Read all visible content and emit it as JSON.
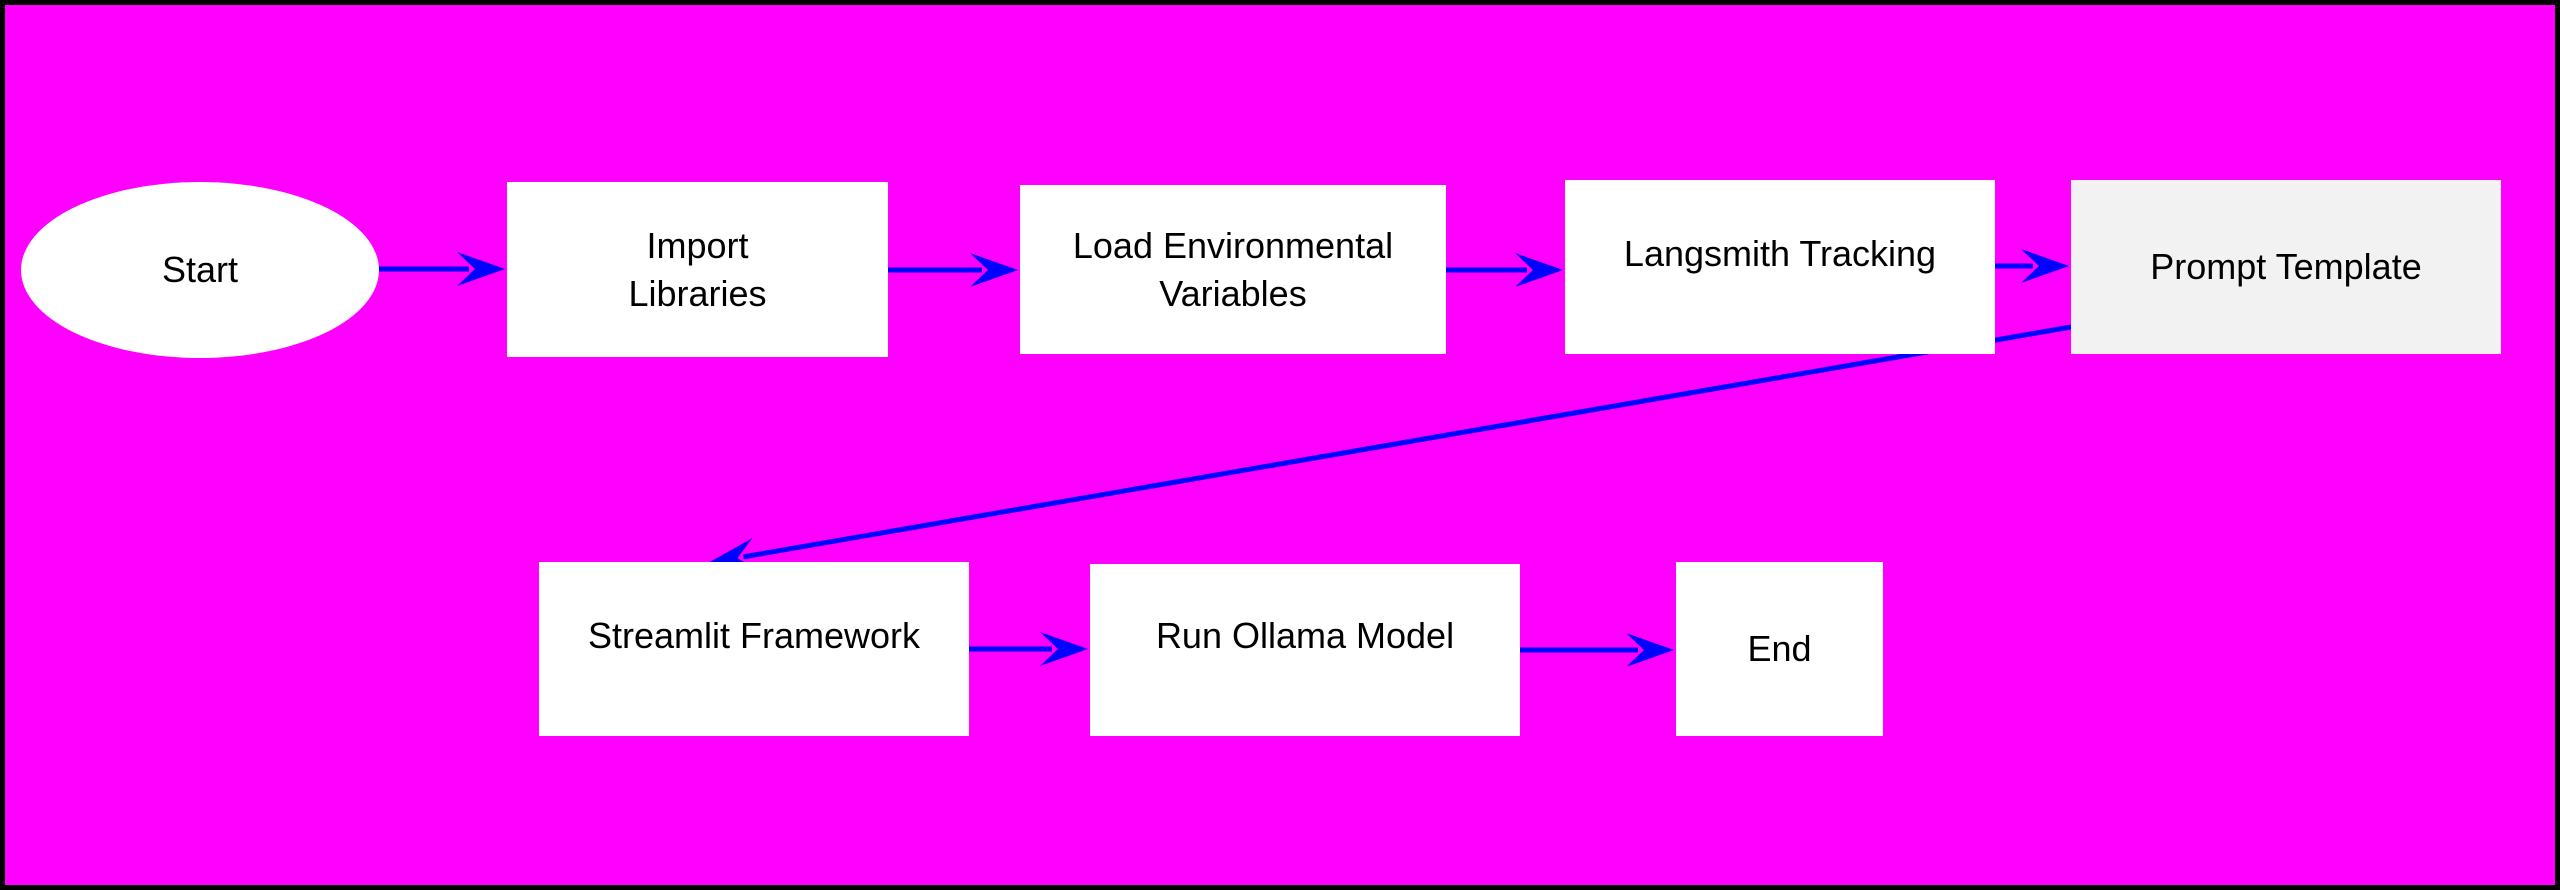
{
  "diagram": {
    "colors": {
      "background": "#ff00ff",
      "node_fill": "#ffffff",
      "highlight_fill": "#f2f2f2",
      "arrow": "#0000ff",
      "border": "#000000"
    },
    "nodes": [
      {
        "id": "start",
        "shape": "ellipse",
        "lines": [
          "Start"
        ]
      },
      {
        "id": "import-libraries",
        "shape": "rect",
        "lines": [
          "Import",
          "Libraries"
        ]
      },
      {
        "id": "load-environmental-variables",
        "shape": "rect",
        "lines": [
          "Load Environmental",
          "Variables"
        ]
      },
      {
        "id": "langsmith-tracking",
        "shape": "rect",
        "lines": [
          "Langsmith Tracking"
        ]
      },
      {
        "id": "prompt-template",
        "shape": "rect",
        "highlight": true,
        "lines": [
          "Prompt Template"
        ]
      },
      {
        "id": "streamlit-framework",
        "shape": "rect",
        "lines": [
          "Streamlit Framework"
        ]
      },
      {
        "id": "run-ollama-model",
        "shape": "rect",
        "lines": [
          "Run Ollama Model"
        ]
      },
      {
        "id": "end",
        "shape": "rect",
        "lines": [
          "End"
        ]
      }
    ],
    "edges": [
      {
        "from": "start",
        "to": "import-libraries"
      },
      {
        "from": "import-libraries",
        "to": "load-environmental-variables"
      },
      {
        "from": "load-environmental-variables",
        "to": "langsmith-tracking"
      },
      {
        "from": "langsmith-tracking",
        "to": "prompt-template"
      },
      {
        "from": "prompt-template",
        "to": "streamlit-framework"
      },
      {
        "from": "streamlit-framework",
        "to": "run-ollama-model"
      },
      {
        "from": "run-ollama-model",
        "to": "end"
      }
    ]
  }
}
